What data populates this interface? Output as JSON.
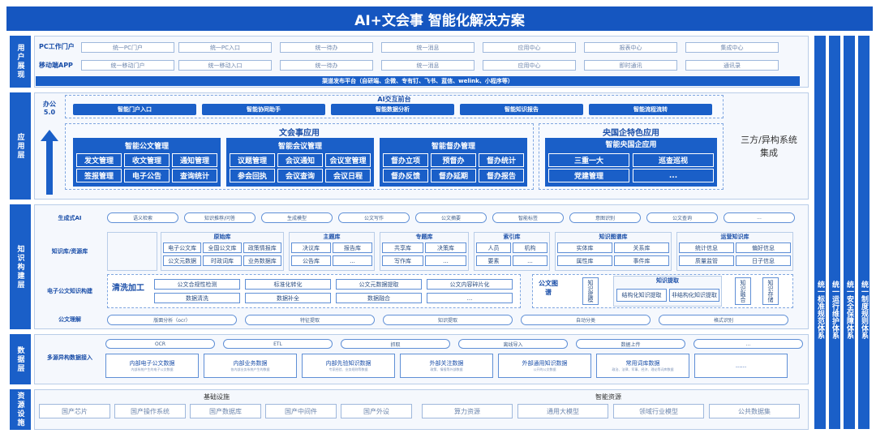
{
  "title": "AI+文会事 智能化解决方案",
  "layers": {
    "user": "用户展现",
    "app": "应用层",
    "knowledge": "知识构建层",
    "data": "数据层",
    "resource": "资源设施"
  },
  "user_layer": {
    "pc_label": "PC工作门户",
    "mobile_label": "移动端APP",
    "pc_items": [
      "统一PC门户",
      "统一PC入口",
      "统一待办",
      "统一消息",
      "应用中心",
      "报表中心",
      "集成中心"
    ],
    "mobile_items": [
      "统一移动门户",
      "统一移动入口",
      "统一待办",
      "统一消息",
      "应用中心",
      "即时通讯",
      "通讯录"
    ],
    "channel_bar": "渠道发布平台（自研端、企微、专有钉、飞书、蓝信、welink、小程序等）"
  },
  "app_layer": {
    "ai_label": "AI交互前台",
    "ai_items": [
      "智能门户入口",
      "智能协同助手",
      "智能数据分析",
      "智能知识报告",
      "智能流程流转"
    ],
    "office_label": "办公5.0",
    "wenhuishi_title": "文会事应用",
    "yangqi_title": "央国企特色应用",
    "integration": "三方/异构系统集成",
    "modules": [
      {
        "name": "智能公文管理",
        "items": [
          "发文管理",
          "收文管理",
          "通知管理",
          "签报管理",
          "电子公告",
          "查询统计"
        ]
      },
      {
        "name": "智能会议管理",
        "items": [
          "议题管理",
          "会议通知",
          "会议室管理",
          "参会回执",
          "会议查询",
          "会议日程"
        ]
      },
      {
        "name": "智能督办管理",
        "items": [
          "督办立项",
          "预督办",
          "督办统计",
          "督办反馈",
          "督办延期",
          "督办报告"
        ]
      }
    ],
    "yangqi_module": {
      "name": "智能央国企应用",
      "items": [
        "三重一大",
        "巡查巡视",
        "党建管理",
        "..."
      ]
    }
  },
  "knowledge_layer": {
    "gen_ai_label": "生成式AI",
    "gen_ai_items": [
      "语义检索",
      "知识推荐/问答",
      "生成模型",
      "公文写作",
      "公文摘要",
      "智能标签",
      "意图识别",
      "公文查询",
      "..."
    ],
    "kb_label": "知识库/资源库",
    "libraries": [
      {
        "name": "原始库",
        "items": [
          "电子公文库",
          "全国公文库",
          "政策情报库",
          "公文元数据",
          "时政词库",
          "业务数据库"
        ]
      },
      {
        "name": "主题库",
        "items": [
          "决议库",
          "报告库",
          "公告库",
          "..."
        ]
      },
      {
        "name": "专题库",
        "items": [
          "共享库",
          "决策库",
          "写作库",
          "..."
        ]
      },
      {
        "name": "索引库",
        "items": [
          "人员",
          "机构",
          "要素",
          "..."
        ]
      },
      {
        "name": "知识图谱库",
        "items": [
          "实体库",
          "关系库",
          "属性库",
          "事件库"
        ]
      },
      {
        "name": "运营知识库",
        "items": [
          "统计信息",
          "偏好信息",
          "质量监管",
          "日子信息"
        ]
      }
    ],
    "build_label": "电子公文知识构建",
    "clean_label": "清洗加工",
    "clean_items": [
      "公文合规性检测",
      "标准化转化",
      "公文元数据提取",
      "公文内容碎片化",
      "数据清洗",
      "数据补全",
      "数据融合",
      "..."
    ],
    "graph_label": "公文图谱",
    "graph_items": [
      "知识建模",
      "知识提取",
      "结构化知识提取",
      "非结构化知识提取",
      "知识融合",
      "知识存储"
    ],
    "understand_label": "公文理解",
    "understand_items": [
      "版面分析（ocr）",
      "特征提取",
      "知识提取",
      "自动分类",
      "格式识别"
    ]
  },
  "data_layer": {
    "label": "多源异构数据接入",
    "pipeline": [
      "OCR",
      "ETL",
      "抓取",
      "离线导入",
      "数据上传",
      "..."
    ],
    "sources": [
      {
        "t": "内部电子公文数据",
        "s": "内部系统产生的电子公文数据"
      },
      {
        "t": "内部业务数据",
        "s": "各内部业务系统产生的数据"
      },
      {
        "t": "内部先验知识数据",
        "s": "专家经验、业务规则等数据"
      },
      {
        "t": "外部关注数据",
        "s": "政策、情报等外部数据"
      },
      {
        "t": "外部通用知识数据",
        "s": "公开的公文数据"
      },
      {
        "t": "常用词库数据",
        "s": "政治、法律、军事、经济、理论等词库数据"
      },
      {
        "t": "......",
        "s": ""
      }
    ]
  },
  "resource_layer": {
    "base_label": "基础设施",
    "base_items": [
      "国产芯片",
      "国产操作系统",
      "国产数据库",
      "国产中间件",
      "国产外设"
    ],
    "smart_label": "智能资源",
    "smart_items": [
      "算力资源",
      "通用大模型",
      "领域行业模型",
      "公共数据集"
    ]
  },
  "right_bars": [
    "统一标准规范体系",
    "统一运行维护体系",
    "统一安全保障体系",
    "统一制度规则体系"
  ]
}
